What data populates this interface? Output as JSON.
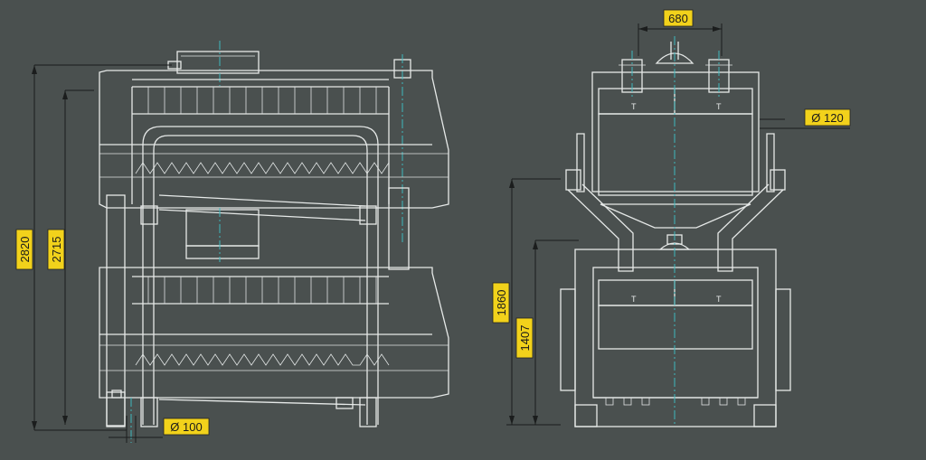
{
  "colors": {
    "background": "#4a504f",
    "drawing_line": "#e6e9e8",
    "center_axis": "#3fb8bd",
    "dimension_line": "#1b1d1d",
    "label_fill": "#f2d21b"
  },
  "dimensions": {
    "total_height": "2820",
    "frame_height": "2715",
    "inlet_diameter": "Ø 100",
    "inlet_spacing": "680",
    "outlet_diameter": "Ø 120",
    "side_height_upper": "1860",
    "side_height_lower": "1407"
  }
}
